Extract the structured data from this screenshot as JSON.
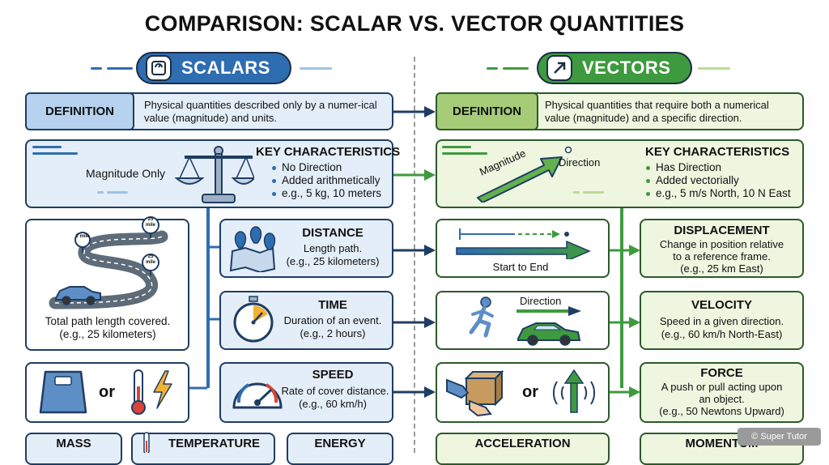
{
  "title": "COMPARISON: SCALAR VS. VECTOR QUANTITIES",
  "scalars": {
    "header": "SCALARS",
    "definition_label": "DEFINITION",
    "definition_text": "Physical quantities described only by a numer-ical value (magnitude) and units.",
    "key": {
      "illustration_label": "Magnitude Only",
      "heading": "KEY CHARACTERISTICS",
      "items": [
        "No Direction",
        "Added arithmetically",
        "e.g., 5 kg, 10 meters"
      ]
    },
    "road": {
      "sign_a": "25 mile",
      "sign_b": "2 mile",
      "sign_c": "25 mile",
      "caption_1": "Total path length covered.",
      "caption_2": "(e.g., 25 kilometers)"
    },
    "distance": {
      "title": "DISTANCE",
      "desc": "Length path.",
      "example": "(e.g., 25 kilometers)"
    },
    "time": {
      "title": "TIME",
      "desc": "Duration of an event.",
      "example": "(e.g., 2 hours)"
    },
    "speed": {
      "title": "SPEED",
      "desc": "Rate of cover distance.",
      "example": "(e.g., 60 km/h)"
    },
    "or_label": "or",
    "bottom": [
      "MASS",
      "TEMPERATURE",
      "ENERGY"
    ]
  },
  "vectors": {
    "header": "VECTORS",
    "definition_label": "DEFINITION",
    "definition_text": "Physical quantities that require both a numerical value (magnitude) and a specific direction.",
    "key": {
      "magnitude_label": "Magnitude",
      "direction_label": "Direction",
      "heading": "KEY CHARACTERISTICS",
      "items": [
        "Has Direction",
        "Added vectorially",
        "e.g., 5 m/s North, 10 N East"
      ]
    },
    "start_label": "Start to End",
    "direction_label": "Direction",
    "displacement": {
      "title": "DISPLACEMENT",
      "desc_1": "Change in position relative",
      "desc_2": "to a reference frame.",
      "example": "(e.g., 25 km East)"
    },
    "velocity": {
      "title": "VELOCITY",
      "desc": "Speed in a given direction.",
      "example": "(e.g., 60 km/h North-East)"
    },
    "force": {
      "title": "FORCE",
      "desc_1": "A push or pull acting upon",
      "desc_2": "an object.",
      "example": "(e.g., 50 Newtons Upward)"
    },
    "or_label": "or",
    "bottom": [
      "ACCELERATION",
      "MOMENTUM"
    ]
  },
  "watermark": "© Super Tutor",
  "colors": {
    "scalar_accent": "#2f6db1",
    "vector_accent": "#3e9a3e",
    "outline": "#1f3d63"
  },
  "icons": [
    "scale-icon",
    "arrow-up-right-icon",
    "balance-scale-icon",
    "map-pins-icon",
    "stopwatch-icon",
    "speedometer-icon",
    "bathroom-scale-icon",
    "thermometer-icon",
    "lightning-icon",
    "running-person-icon",
    "car-icon",
    "box-hands-icon",
    "gravity-arrow-icon"
  ]
}
